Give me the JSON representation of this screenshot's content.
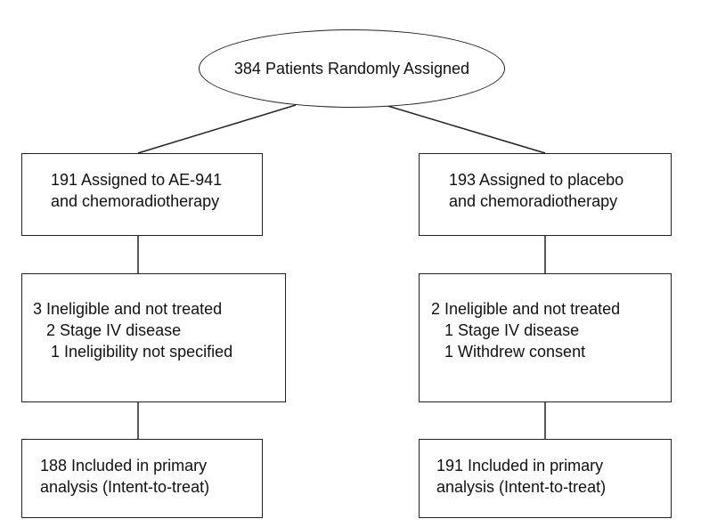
{
  "root": {
    "label": "384 Patients Randomly Assigned"
  },
  "arms": [
    {
      "assigned": [
        "191 Assigned to AE-941",
        "and chemoradiotherapy"
      ],
      "ineligible": [
        "3 Ineligible and not treated",
        "   2 Stage IV disease",
        "    1 Ineligibility not specified"
      ],
      "included": [
        "188 Included in primary",
        "analysis (Intent-to-treat)"
      ]
    },
    {
      "assigned": [
        "193 Assigned to placebo",
        "and chemoradiotherapy"
      ],
      "ineligible": [
        "2 Ineligible and not treated",
        "   1 Stage IV disease",
        "   1 Withdrew consent"
      ],
      "included": [
        "191 Included in primary",
        "analysis (Intent-to-treat)"
      ]
    }
  ]
}
